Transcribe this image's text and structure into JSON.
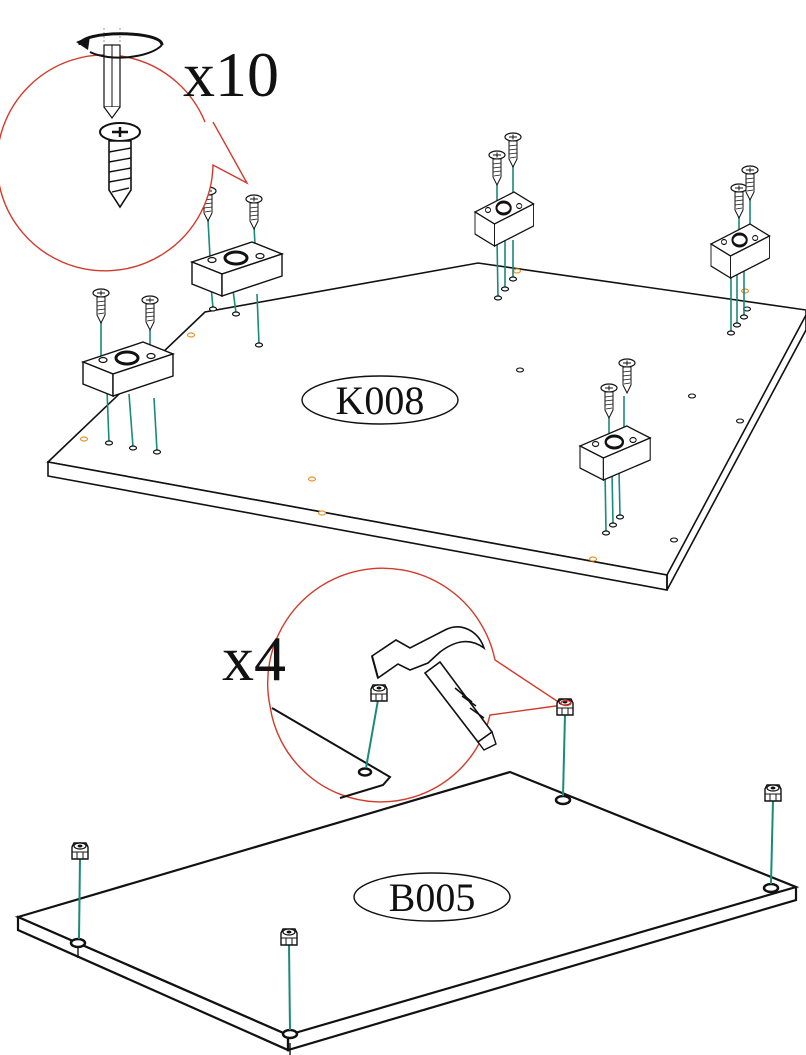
{
  "callouts": {
    "screw_count": "x10",
    "cam_count": "x4"
  },
  "parts": {
    "top_panel_code": "K008",
    "bottom_panel_code": "B005"
  },
  "colors": {
    "line": "#111111",
    "guide": "#1a8a7a",
    "callout": "#d23a2a",
    "hole_accent": "#e8952a"
  },
  "icons": [
    "screwdriver-icon",
    "screw-icon",
    "hammer-icon",
    "cam-fitting-icon",
    "wood-block-icon"
  ]
}
